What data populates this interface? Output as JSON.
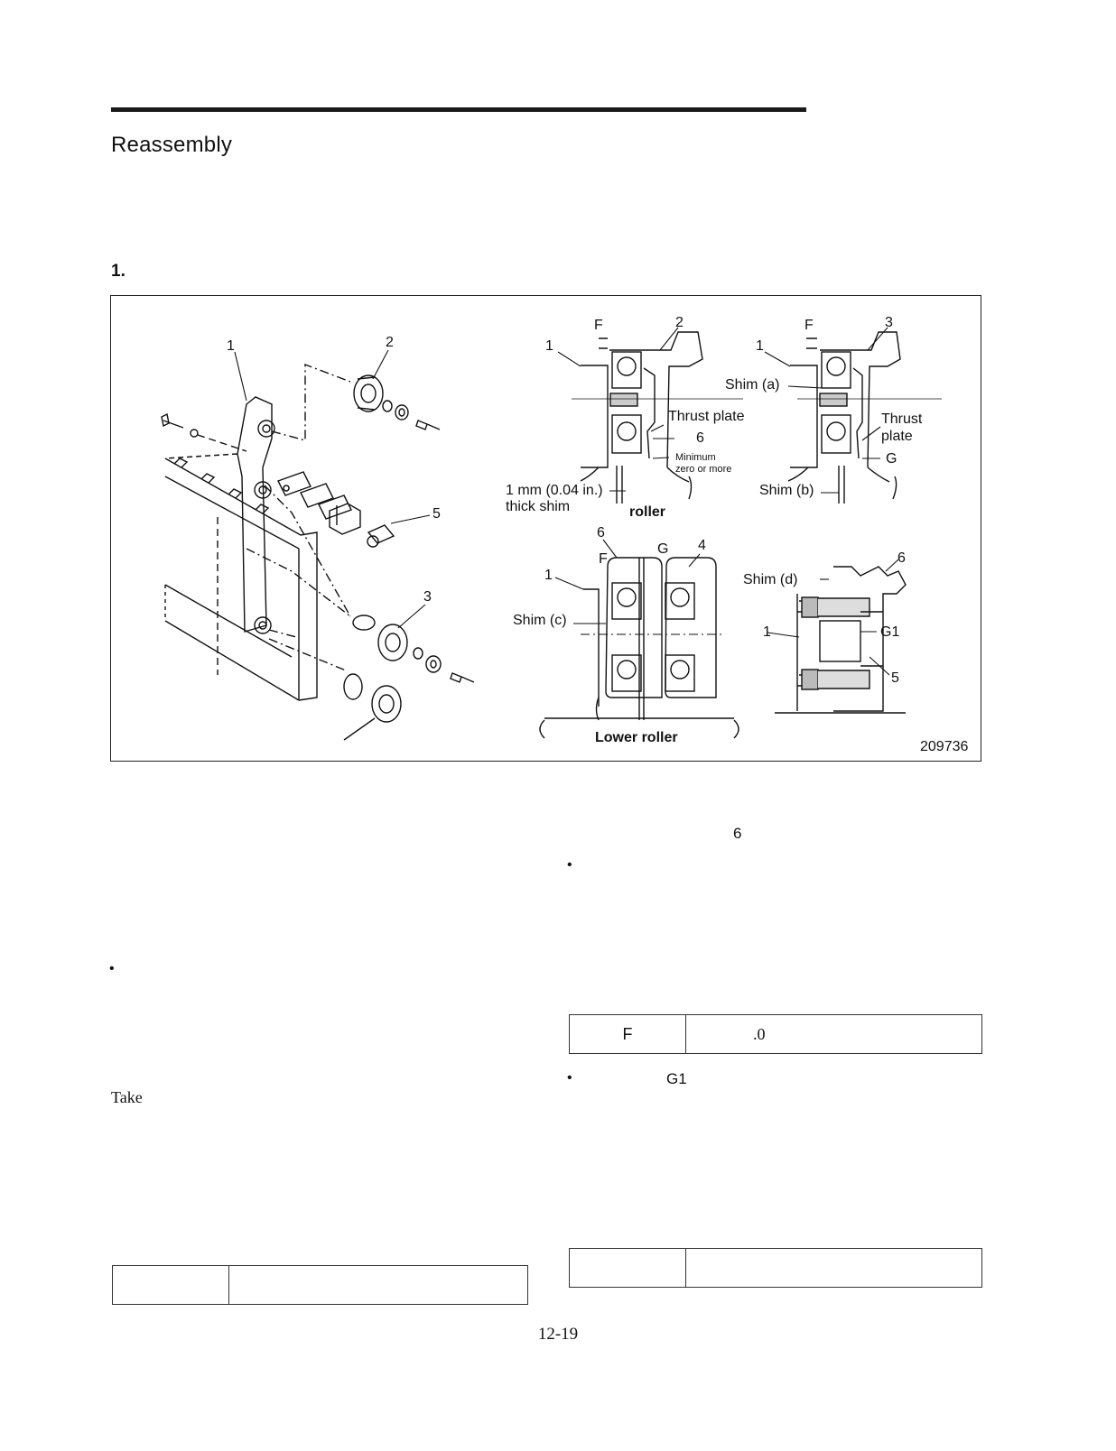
{
  "section": {
    "title": "Reassembly"
  },
  "step": {
    "number": "1."
  },
  "figure": {
    "callouts": {
      "exploded": [
        "1",
        "2",
        "5",
        "3"
      ],
      "upper_left": [
        "F",
        "2",
        "1",
        "Thrust plate",
        "6",
        "Minimum",
        "zero or more",
        "1 mm (0.04 in.)",
        "thick shim",
        "roller"
      ],
      "upper_right": [
        "F",
        "3",
        "1",
        "Shim (a)",
        "Thrust",
        "plate",
        "G",
        "Shim (b)"
      ],
      "lower_left": [
        "6",
        "G",
        "4",
        "1",
        "F",
        "Shim (c)",
        "Lower roller"
      ],
      "lower_right": [
        "Shim (d)",
        "6",
        "1",
        "G1",
        "5"
      ]
    },
    "figure_number": "209736"
  },
  "right_column": {
    "item_ref": "6",
    "bullet_1": "•",
    "table_1": {
      "label": "F",
      "value": ".0"
    },
    "bullet_2": "•",
    "bullet_2_ref": "G1",
    "table_2": {
      "label": "",
      "value": ""
    }
  },
  "left_column": {
    "bullet": "•",
    "take_text": "Take",
    "table": {
      "label": "",
      "value": ""
    }
  },
  "footer": {
    "page_number": "12-19"
  }
}
